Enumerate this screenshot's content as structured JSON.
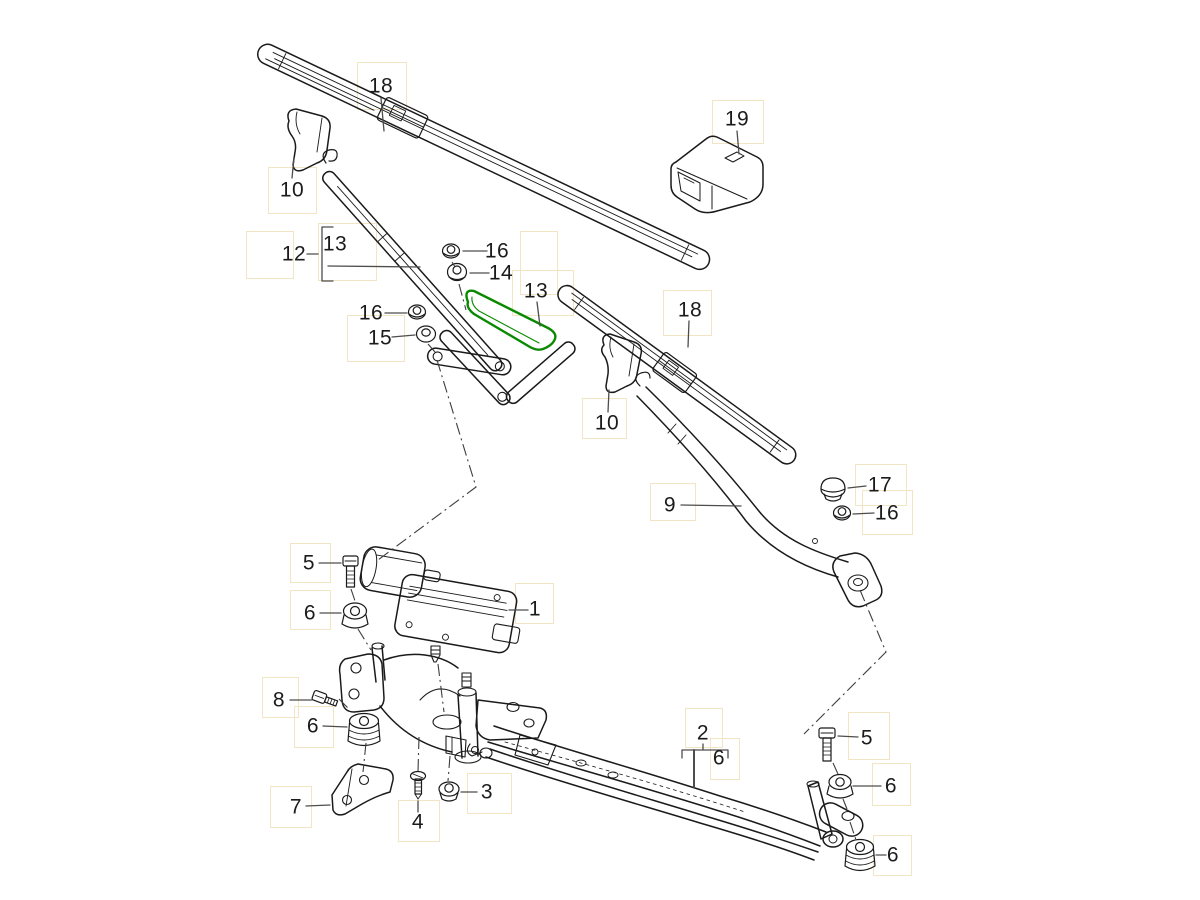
{
  "diagram": {
    "type": "exploded-parts-diagram",
    "subject": "windshield-wiper-system",
    "colors": {
      "background": "#ffffff",
      "outline": "#1a1a1a",
      "leader": "#4d4d4d",
      "highlight_green": "#0a8a00",
      "hotspot_border": "#f2e5c4",
      "label_text": "#1b1b1b"
    },
    "highlighted_part_number": "13",
    "labels": [
      {
        "id": "blade-left",
        "text": "18"
      },
      {
        "id": "arm-cover-left",
        "text": "10"
      },
      {
        "id": "arm-left-assembly",
        "text": "12"
      },
      {
        "id": "arm-left-sub",
        "text": "13"
      },
      {
        "id": "nut-arm-left",
        "text": "16"
      },
      {
        "id": "washer-arm-left",
        "text": "15"
      },
      {
        "id": "nut-top",
        "text": "16"
      },
      {
        "id": "cap-top",
        "text": "14"
      },
      {
        "id": "spoiler-highlight",
        "text": "13"
      },
      {
        "id": "control-module",
        "text": "19"
      },
      {
        "id": "blade-right",
        "text": "18"
      },
      {
        "id": "arm-cover-right",
        "text": "10"
      },
      {
        "id": "arm-right",
        "text": "9"
      },
      {
        "id": "cap-right",
        "text": "17"
      },
      {
        "id": "nut-right",
        "text": "16"
      },
      {
        "id": "screw-motor-upper",
        "text": "5"
      },
      {
        "id": "grommet-motor",
        "text": "6"
      },
      {
        "id": "wiper-motor",
        "text": "1"
      },
      {
        "id": "screw-side",
        "text": "8"
      },
      {
        "id": "grommet-lower",
        "text": "6"
      },
      {
        "id": "bracket",
        "text": "7"
      },
      {
        "id": "screw-bottom",
        "text": "4"
      },
      {
        "id": "nut-frame",
        "text": "3"
      },
      {
        "id": "linkage-assembly",
        "text": "2"
      },
      {
        "id": "linkage-sub",
        "text": "6"
      },
      {
        "id": "screw-link-right",
        "text": "5"
      },
      {
        "id": "grommet-link-mid",
        "text": "6"
      },
      {
        "id": "grommet-link-low",
        "text": "6"
      }
    ]
  }
}
